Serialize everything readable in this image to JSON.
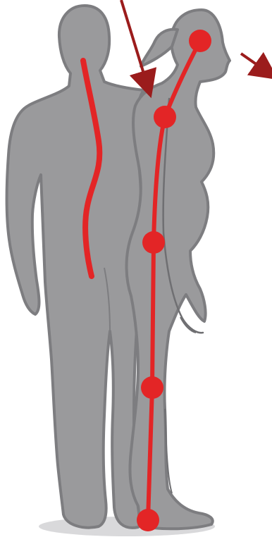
{
  "colors": {
    "background": "#ffffff",
    "figure_fill": "#9a9a9c",
    "figure_stroke": "#7d7d80",
    "figure_detail": "#6f6f72",
    "ground_shadow": "#d9d9db",
    "spine_red": "#e32526",
    "arrow_red": "#9b1c1c"
  },
  "figures": [
    {
      "name": "rear-view-figure",
      "icon": "human-back-silhouette"
    },
    {
      "name": "side-view-figure",
      "icon": "human-side-silhouette"
    }
  ],
  "alignment_points": [
    {
      "name": "ear-point",
      "landmark": "ear"
    },
    {
      "name": "shoulder-point",
      "landmark": "shoulder"
    },
    {
      "name": "hip-point",
      "landmark": "hip"
    },
    {
      "name": "knee-point",
      "landmark": "knee"
    },
    {
      "name": "ankle-point",
      "landmark": "ankle"
    }
  ],
  "arrows": [
    {
      "name": "upper-back-arrow",
      "icon": "arrow-down-right"
    },
    {
      "name": "head-forward-arrow",
      "icon": "arrow-right-down"
    }
  ]
}
